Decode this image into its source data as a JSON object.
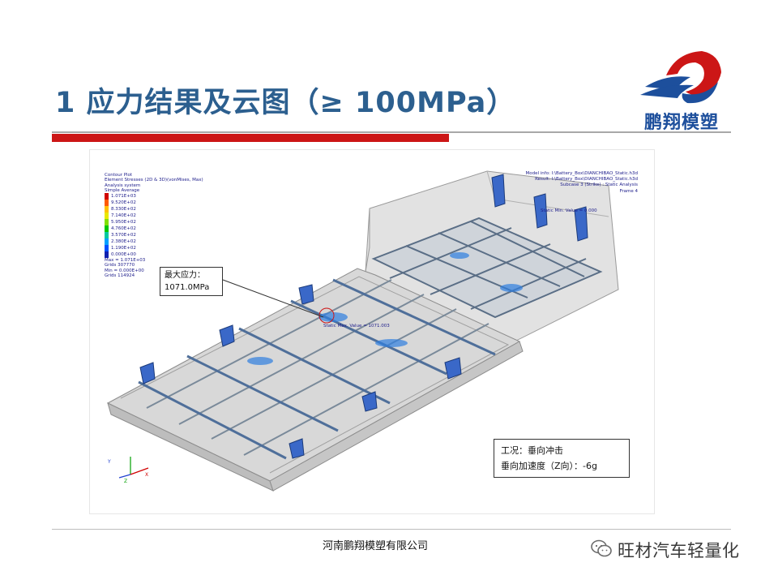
{
  "slide": {
    "title": "1 应力结果及云图（≥ 100MPa）"
  },
  "logo": {
    "text": "鹏翔模塑",
    "icon": "eagle-logo-icon",
    "colors": {
      "red": "#cc1616",
      "blue": "#1d4f9c"
    }
  },
  "figure": {
    "legend_header": [
      "Contour Plot",
      "Element Stresses (2D & 3D)(vonMises, Max)",
      "Analysis system",
      "Simple Average"
    ],
    "legend_levels": [
      {
        "value": "1.071E+03",
        "color": "#d00000"
      },
      {
        "value": "9.520E+02",
        "color": "#ff5a00"
      },
      {
        "value": "8.330E+02",
        "color": "#ffc000"
      },
      {
        "value": "7.140E+02",
        "color": "#e8e800"
      },
      {
        "value": "5.950E+02",
        "color": "#80e000"
      },
      {
        "value": "4.760E+02",
        "color": "#00c800"
      },
      {
        "value": "3.570E+02",
        "color": "#00c8a0"
      },
      {
        "value": "2.380E+02",
        "color": "#00a0ff"
      },
      {
        "value": "1.190E+02",
        "color": "#0050ff"
      },
      {
        "value": "0.000E+00",
        "color": "#1020b0"
      }
    ],
    "legend_footer": [
      "Max = 1.071E+03",
      "Grids 307770",
      "Min = 0.000E+00",
      "Grids 114924"
    ],
    "model_info": [
      "Model info: I:\\Battery_Box\\DIANCHIBAO_Static.h3d",
      "Result: I:\\Battery_Box\\DIANCHIBAO_Static.h3d",
      "Subcase 3 (Strike) : Static Analysis",
      "Frame 4"
    ],
    "static_min": "Static Min. Value = 0.000",
    "static_max": "Static Max. Value = 1071.003",
    "callout_label": "最大应力：",
    "callout_value": "1071.0MPa",
    "condition_line1": "工况：垂向冲击",
    "condition_line2": "垂向加速度（Z向）：-6g",
    "axis_labels": {
      "y": "Y",
      "z": "Z",
      "x": "X"
    }
  },
  "footer": {
    "company": "河南鹏翔模塑有限公司",
    "watermark": "旺材汽车轻量化",
    "watermark_icon": "wechat-icon"
  }
}
